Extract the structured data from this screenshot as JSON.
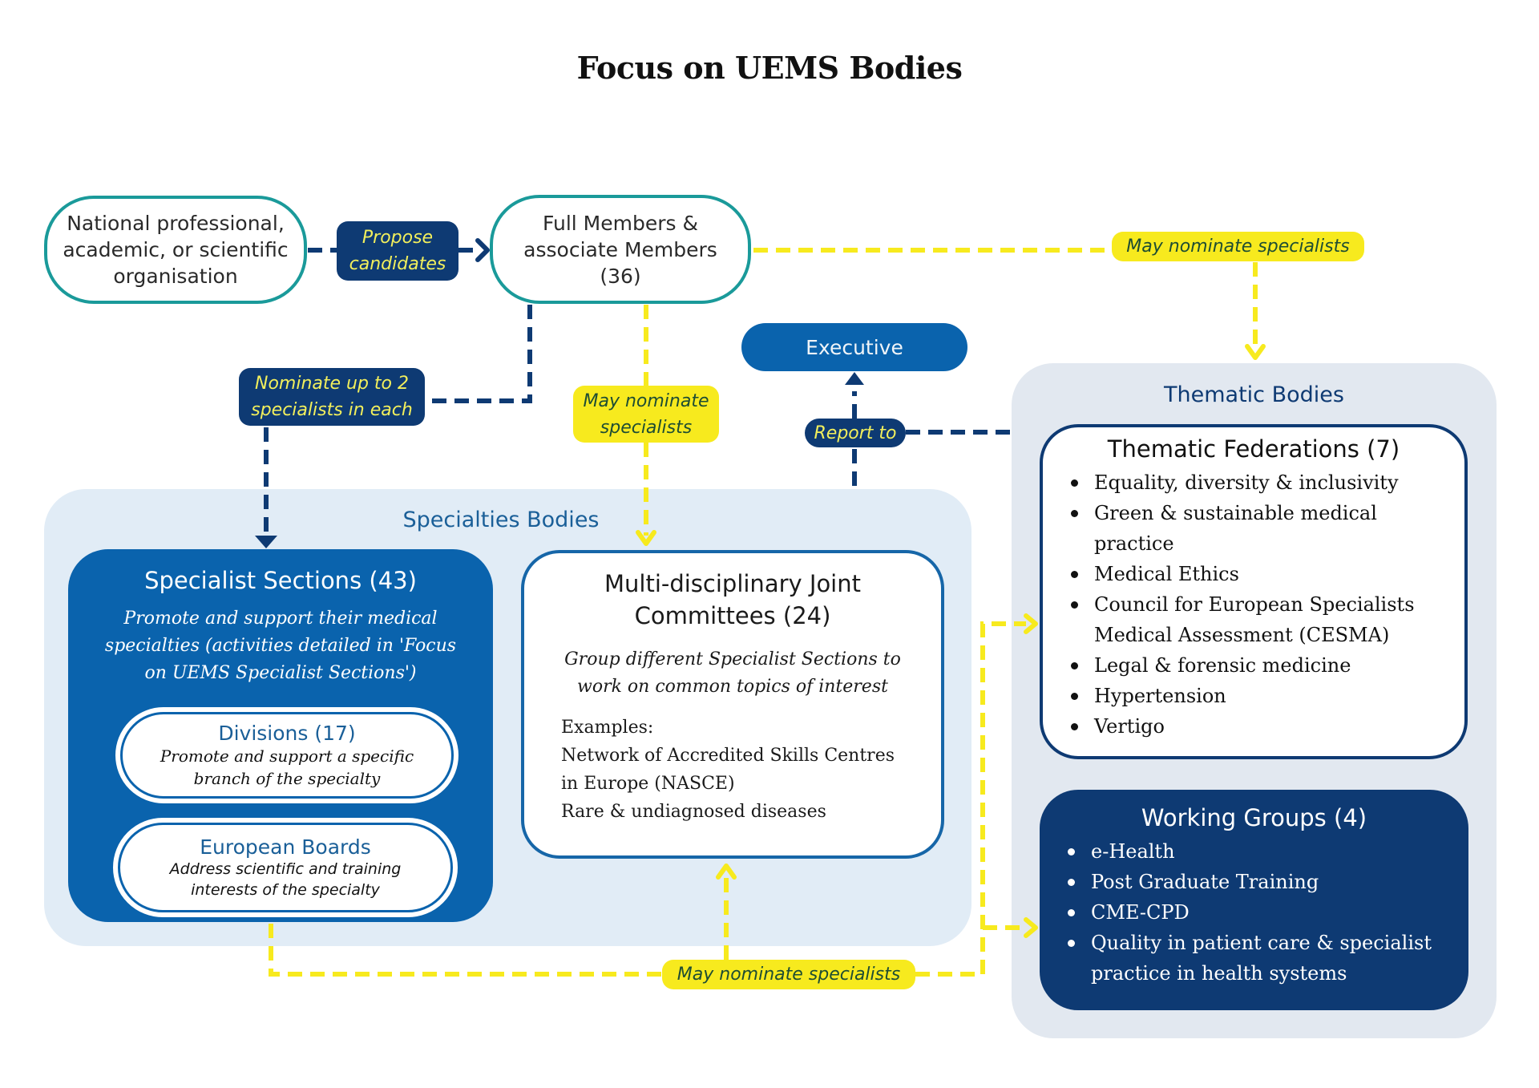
{
  "title": "Focus on UEMS Bodies",
  "colors": {
    "teal": "#1a9a9a",
    "navy": "#0e3a73",
    "blue": "#0a63ad",
    "yellow": "#f7ea1e",
    "label_yellow_text": "#f2ef5c",
    "specialties_bg": "#e1ecf6",
    "thematic_bg": "#e2e8f0"
  },
  "nodes": {
    "national_org": {
      "label": "National professional, academic, or scientific organisation",
      "lines": [
        "National professional,",
        "academic, or scientific",
        "organisation"
      ]
    },
    "full_members": {
      "lines": [
        "Full Members &",
        "associate Members",
        "(36)"
      ]
    },
    "executive": {
      "label": "Executive"
    }
  },
  "edge_labels": {
    "propose": {
      "lines": [
        "Propose",
        "candidates"
      ]
    },
    "nominate_up_to_2": {
      "lines": [
        "Nominate up to 2",
        "specialists in each"
      ]
    },
    "may_nominate_mid": {
      "lines": [
        "May nominate",
        "specialists"
      ]
    },
    "may_nominate_top": {
      "label": "May nominate specialists"
    },
    "report_to": {
      "label": "Report to"
    },
    "may_nominate_bottom": {
      "label": "May nominate specialists"
    }
  },
  "specialties_bodies": {
    "title": "Specialties Bodies",
    "specialist_sections": {
      "title": "Specialist Sections (43)",
      "description_lines": [
        "Promote and support their medical",
        "specialties (activities detailed in 'Focus",
        "on UEMS Specialist Sections')"
      ],
      "divisions": {
        "title": "Divisions (17)",
        "description_lines": [
          "Promote and support a specific",
          "branch of the specialty"
        ]
      },
      "european_boards": {
        "title": "European Boards",
        "description_lines": [
          "Address scientific and training",
          "interests of the specialty"
        ]
      }
    },
    "mdjc": {
      "title_lines": [
        "Multi-disciplinary Joint",
        "Committees (24)"
      ],
      "description_lines": [
        "Group different Specialist Sections to",
        "work on common topics of interest"
      ],
      "examples_label": "Examples:",
      "examples_lines": [
        "Network of Accredited Skills Centres",
        "in Europe (NASCE)",
        "Rare & undiagnosed diseases"
      ]
    }
  },
  "thematic_bodies": {
    "title": "Thematic Bodies",
    "federations": {
      "title": "Thematic Federations (7)",
      "items": [
        "Equality, diversity & inclusivity",
        "Green & sustainable medical practice",
        "Medical Ethics",
        "Council for European Specialists Medical Assessment (CESMA)",
        "Legal & forensic medicine",
        "Hypertension",
        "Vertigo"
      ]
    },
    "working_groups": {
      "title": "Working Groups (4)",
      "items": [
        "e-Health",
        "Post Graduate Training",
        "CME-CPD",
        "Quality in patient care & specialist practice in health systems"
      ]
    }
  }
}
